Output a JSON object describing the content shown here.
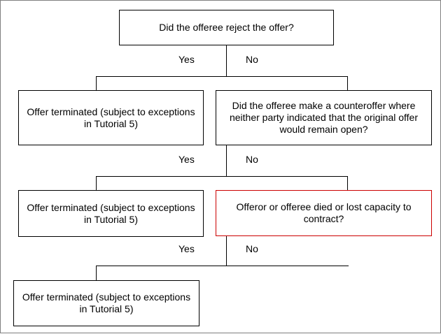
{
  "q1": {
    "text": "Did the offeree reject the offer?",
    "yes": "Yes",
    "no": "No",
    "yes_result": "Offer terminated (subject to exceptions in Tutorial 5)"
  },
  "q2": {
    "text": "Did the offeree make a counteroffer where neither party indicated that the original offer would remain open?",
    "yes": "Yes",
    "no": "No",
    "yes_result": "Offer terminated (subject to exceptions in Tutorial 5)"
  },
  "q3": {
    "text": "Offeror or offeree died or lost capacity to contract?",
    "yes": "Yes",
    "no": "No",
    "yes_result": "Offer terminated (subject to exceptions in Tutorial 5)"
  },
  "colors": {
    "line": "#000000",
    "highlight_border": "#cc0000",
    "frame_border": "#808080"
  }
}
